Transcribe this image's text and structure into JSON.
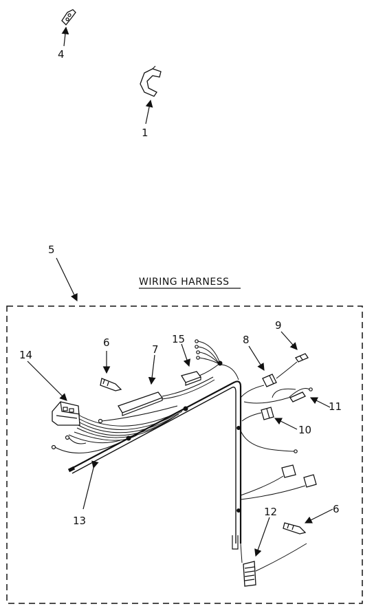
{
  "title": "WIRING HARNESS",
  "callouts": {
    "c1": "1",
    "c4": "4",
    "c5": "5",
    "c6a": "6",
    "c6b": "6",
    "c7": "7",
    "c8": "8",
    "c9": "9",
    "c10": "10",
    "c11": "11",
    "c12": "12",
    "c13": "13",
    "c14": "14",
    "c15": "15"
  }
}
